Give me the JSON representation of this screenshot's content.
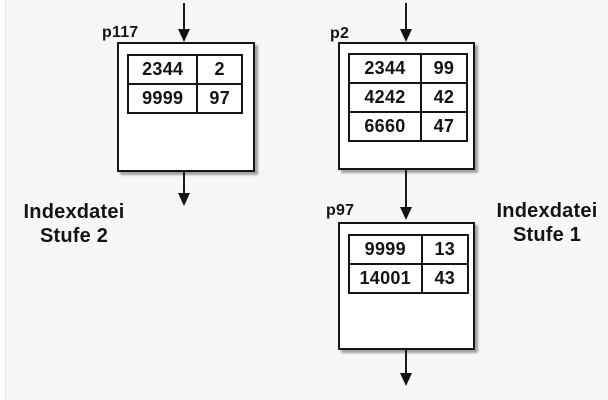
{
  "captions": {
    "left": {
      "line1": "Indexdatei",
      "line2": "Stufe 2"
    },
    "right": {
      "line1": "Indexdatei",
      "line2": "Stufe 1"
    }
  },
  "nodes": {
    "p117": {
      "label": "p117",
      "rows": [
        [
          "2344",
          "2"
        ],
        [
          "9999",
          "97"
        ]
      ]
    },
    "p2": {
      "label": "p2",
      "rows": [
        [
          "2344",
          "99"
        ],
        [
          "4242",
          "42"
        ],
        [
          "6660",
          "47"
        ]
      ]
    },
    "p97": {
      "label": "p97",
      "rows": [
        [
          "9999",
          "13"
        ],
        [
          "14001",
          "43"
        ]
      ]
    }
  },
  "colors": {
    "background": "#f7f7f7",
    "box_fill": "#ffffff",
    "line": "#151515",
    "shadow": "rgba(0,0,0,0.35)"
  }
}
